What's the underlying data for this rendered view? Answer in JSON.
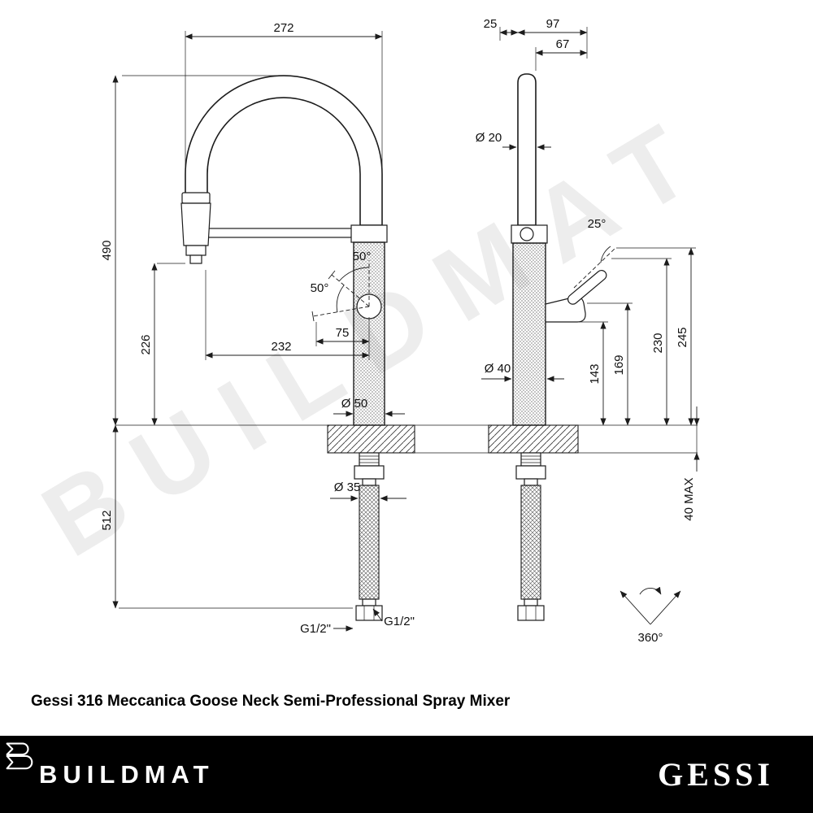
{
  "title": "Gessi 316 Meccanica Goose Neck Semi-Professional Spray Mixer",
  "watermark": "BUILDMAT",
  "front_view": {
    "dim_272": "272",
    "dim_490": "490",
    "dim_226": "226",
    "dim_232": "232",
    "dim_75": "75",
    "angle_swivel_top": "50°",
    "angle_swivel_side": "50°",
    "dia_body": "Ø 50",
    "dim_512": "512",
    "dia_hose": "Ø 35",
    "conn_left": "G1/2\"",
    "conn_right": "G1/2\""
  },
  "side_view": {
    "dim_25": "25",
    "dim_97": "97",
    "dim_67": "67",
    "dia_spout": "Ø 20",
    "angle_handle": "25°",
    "dia_body": "Ø 40",
    "dim_143": "143",
    "dim_169": "169",
    "dim_230": "230",
    "dim_245": "245",
    "deck_thickness": "40 MAX",
    "rotation": "360°"
  },
  "footer": {
    "brand": "BUILDMAT",
    "partner_brand": "GESSI"
  },
  "icons": {
    "buildmat_logo": "ribbon-b-mark",
    "rotation_arrows": "360-degree-swivel"
  }
}
